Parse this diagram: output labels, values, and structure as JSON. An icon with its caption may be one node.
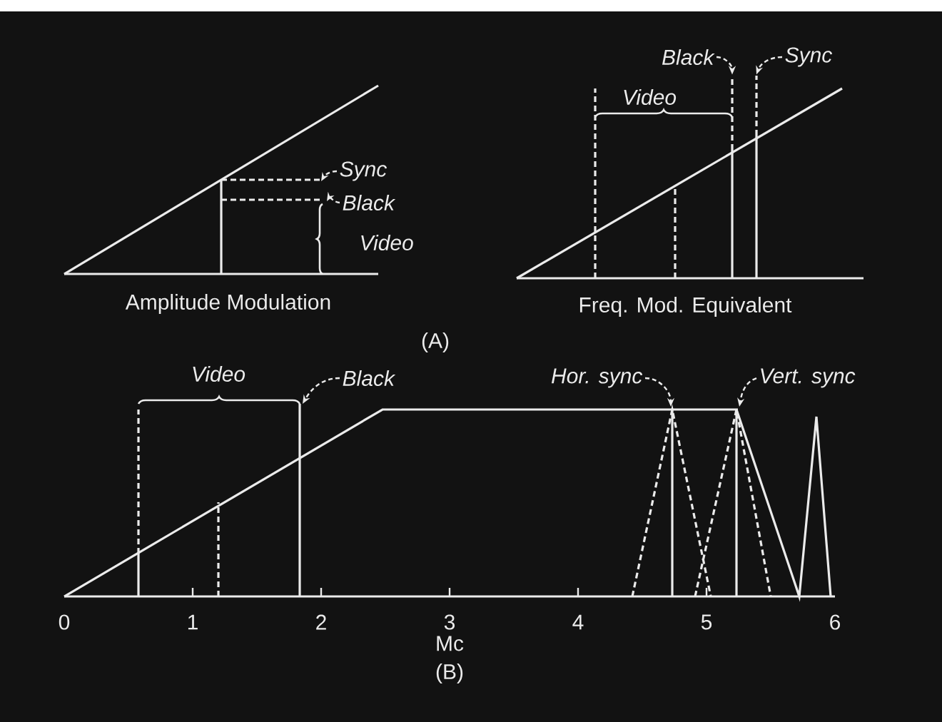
{
  "diagram": {
    "nodes": [
      {
        "text": [
          "Sync"
        ]
      },
      {
        "text": [
          "Black"
        ]
      },
      {
        "text": [
          "Black"
        ]
      },
      {
        "text": [
          "Sync"
        ]
      },
      {
        "text": [
          "Black"
        ]
      },
      {
        "text": [
          "Hor. sync"
        ]
      },
      {
        "text": [
          "Vert. sync"
        ]
      },
      {
        "text": [],
        "shape": "bar"
      },
      {
        "text": [],
        "shape": "bar"
      }
    ],
    "edges": [
      {
        "from": 0,
        "to": null,
        "arrow": "to"
      },
      {
        "from": 1,
        "to": null,
        "arrow": "to"
      },
      {
        "from": 2,
        "to": 7,
        "arrow": "to"
      },
      {
        "from": 3,
        "to": 8,
        "arrow": "to"
      },
      {
        "from": 4,
        "to": null,
        "arrow": "to"
      },
      {
        "from": 5,
        "to": null,
        "arrow": "to"
      },
      {
        "from": 6,
        "to": null,
        "arrow": "to"
      }
    ],
    "labels": [
      "Video",
      "Amplitude Modulation",
      "Video",
      "Freq. Mod. Equivalent",
      "(A)",
      "Video",
      "0",
      "1",
      "2",
      "3",
      "4",
      "5",
      "6",
      "Mc",
      "(B)"
    ]
  }
}
